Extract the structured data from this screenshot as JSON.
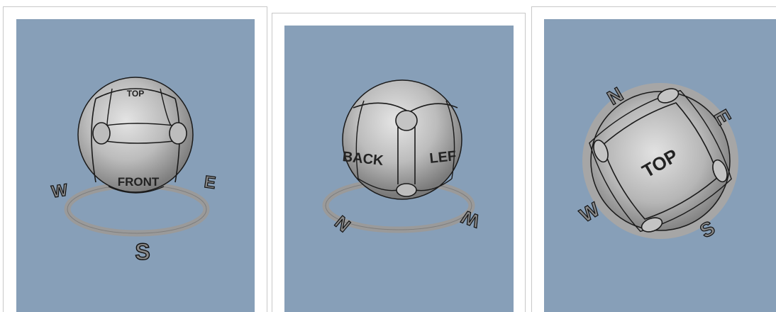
{
  "panels": [
    {
      "cube_labels": {
        "top": "TOP",
        "front": "FRONT"
      },
      "compass": {
        "west": "W",
        "east": "E",
        "south": "S"
      }
    },
    {
      "cube_labels": {
        "back": "BACK",
        "left": "LEF"
      },
      "compass": {
        "north": "N",
        "west": "W"
      }
    },
    {
      "cube_labels": {
        "top": "TOP"
      },
      "compass": {
        "north": "N",
        "east": "E",
        "west": "W",
        "south": "S"
      }
    }
  ],
  "colors": {
    "viewport_background": "#879fb8",
    "sphere_fill": "#b9b9b9",
    "ring": "#8c8c8c"
  }
}
